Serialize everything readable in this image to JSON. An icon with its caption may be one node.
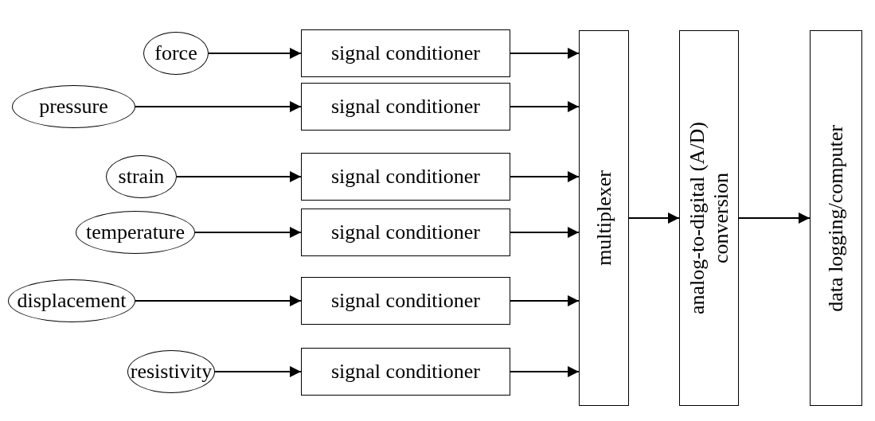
{
  "diagram": {
    "nodes": [
      {
        "text": [
          "force"
        ]
      },
      {
        "text": [
          "pressure"
        ]
      },
      {
        "text": [
          "strain"
        ]
      },
      {
        "text": [
          "temperature"
        ]
      },
      {
        "text": [
          "displacement"
        ]
      },
      {
        "text": [
          "resistivity"
        ]
      },
      {
        "text": [
          "signal conditioner"
        ]
      },
      {
        "text": [
          "signal conditioner"
        ]
      },
      {
        "text": [
          "signal conditioner"
        ]
      },
      {
        "text": [
          "signal conditioner"
        ]
      },
      {
        "text": [
          "signal conditioner"
        ]
      },
      {
        "text": [
          "signal conditioner"
        ]
      },
      {
        "text": [
          "multiplexer"
        ]
      },
      {
        "text": [
          "analog-to-digital (A/D) conversion"
        ]
      },
      {
        "text": [
          "data logging/computer"
        ]
      }
    ],
    "edges": [
      {
        "from": 0,
        "to": 6,
        "arrow": "to"
      },
      {
        "from": 1,
        "to": 7,
        "arrow": "to"
      },
      {
        "from": 2,
        "to": 8,
        "arrow": "to"
      },
      {
        "from": 3,
        "to": 9,
        "arrow": "to"
      },
      {
        "from": 4,
        "to": 10,
        "arrow": "to"
      },
      {
        "from": 5,
        "to": 11,
        "arrow": "to"
      },
      {
        "from": 6,
        "to": 12,
        "arrow": "to"
      },
      {
        "from": 7,
        "to": 12,
        "arrow": "to"
      },
      {
        "from": 8,
        "to": 12,
        "arrow": "to"
      },
      {
        "from": 9,
        "to": 12,
        "arrow": "to"
      },
      {
        "from": 10,
        "to": 12,
        "arrow": "to"
      },
      {
        "from": 11,
        "to": 12,
        "arrow": "to"
      },
      {
        "from": 12,
        "to": 13,
        "arrow": "to"
      },
      {
        "from": 13,
        "to": 14,
        "arrow": "to"
      }
    ]
  }
}
